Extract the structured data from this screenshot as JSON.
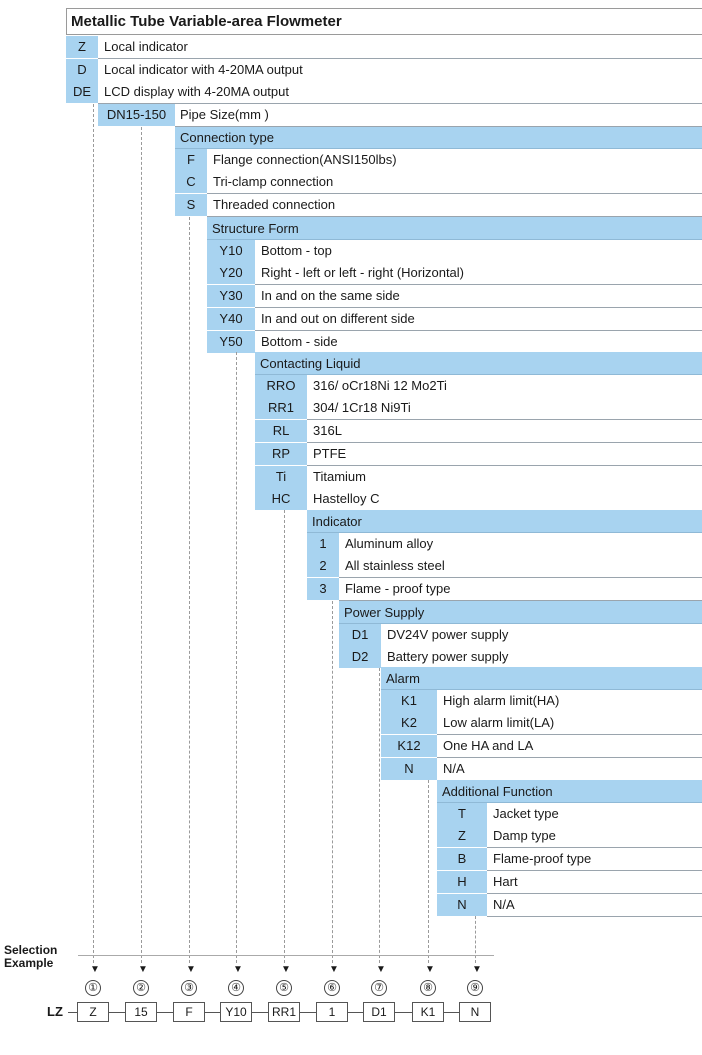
{
  "title": "Metallic Tube Variable-area Flowmeter",
  "model": [
    {
      "code": "Z",
      "desc": "Local indicator"
    },
    {
      "code": "D",
      "desc": "Local indicator with 4-20MA output"
    },
    {
      "code": "DE",
      "desc": "LCD display with 4-20MA output"
    }
  ],
  "pipe": {
    "code": "DN15-150",
    "desc": "Pipe Size(mm )"
  },
  "connection": {
    "header": "Connection type",
    "items": [
      {
        "code": "F",
        "desc": "Flange connection(ANSI150lbs)"
      },
      {
        "code": "C",
        "desc": "Tri-clamp connection"
      },
      {
        "code": "S",
        "desc": "Threaded connection"
      }
    ]
  },
  "structure": {
    "header": "Structure  Form",
    "items": [
      {
        "code": "Y10",
        "desc": "Bottom - top"
      },
      {
        "code": "Y20",
        "desc": "Right - left  or left - right (Horizontal)"
      },
      {
        "code": "Y30",
        "desc": "In and on the same side"
      },
      {
        "code": "Y40",
        "desc": "In and out on different side"
      },
      {
        "code": "Y50",
        "desc": "Bottom - side"
      }
    ]
  },
  "liquid": {
    "header": "Contacting Liquid",
    "items": [
      {
        "code": "RRO",
        "desc": "316/ oCr18Ni 12 Mo2Ti"
      },
      {
        "code": "RR1",
        "desc": "304/ 1Cr18 Ni9Ti"
      },
      {
        "code": "RL",
        "desc": "316L"
      },
      {
        "code": "RP",
        "desc": "PTFE"
      },
      {
        "code": "Ti",
        "desc": "Titamium"
      },
      {
        "code": "HC",
        "desc": "Hastelloy C"
      }
    ]
  },
  "indicator": {
    "header": "Indicator",
    "items": [
      {
        "code": "1",
        "desc": "Aluminum alloy"
      },
      {
        "code": "2",
        "desc": "All stainless steel"
      },
      {
        "code": "3",
        "desc": "Flame - proof  type"
      }
    ]
  },
  "power": {
    "header": "Power Supply",
    "items": [
      {
        "code": "D1",
        "desc": "DV24V power supply"
      },
      {
        "code": "D2",
        "desc": "Battery power supply"
      }
    ]
  },
  "alarm": {
    "header": "Alarm",
    "items": [
      {
        "code": "K1",
        "desc": "High alarm limit(HA)"
      },
      {
        "code": "K2",
        "desc": "Low alarm limit(LA)"
      },
      {
        "code": "K12",
        "desc": "One HA and LA"
      },
      {
        "code": "N",
        "desc": "N/A"
      }
    ]
  },
  "additional": {
    "header": "Additional Function",
    "items": [
      {
        "code": "T",
        "desc": "Jacket type"
      },
      {
        "code": "Z",
        "desc": "Damp type"
      },
      {
        "code": "B",
        "desc": "Flame-proof type"
      },
      {
        "code": "H",
        "desc": "Hart"
      },
      {
        "code": "N",
        "desc": "N/A"
      }
    ]
  },
  "selection": {
    "label_line1": "Selection",
    "label_line2": "Example",
    "prefix": "LZ",
    "numbers": [
      "①",
      "②",
      "③",
      "④",
      "⑤",
      "⑥",
      "⑦",
      "⑧",
      "⑨"
    ],
    "values": [
      "Z",
      "15",
      "F",
      "Y10",
      "RR1",
      "1",
      "D1",
      "K1",
      "N"
    ]
  },
  "colors": {
    "accent": "#a8d3f0",
    "line": "#9aa4ad"
  }
}
